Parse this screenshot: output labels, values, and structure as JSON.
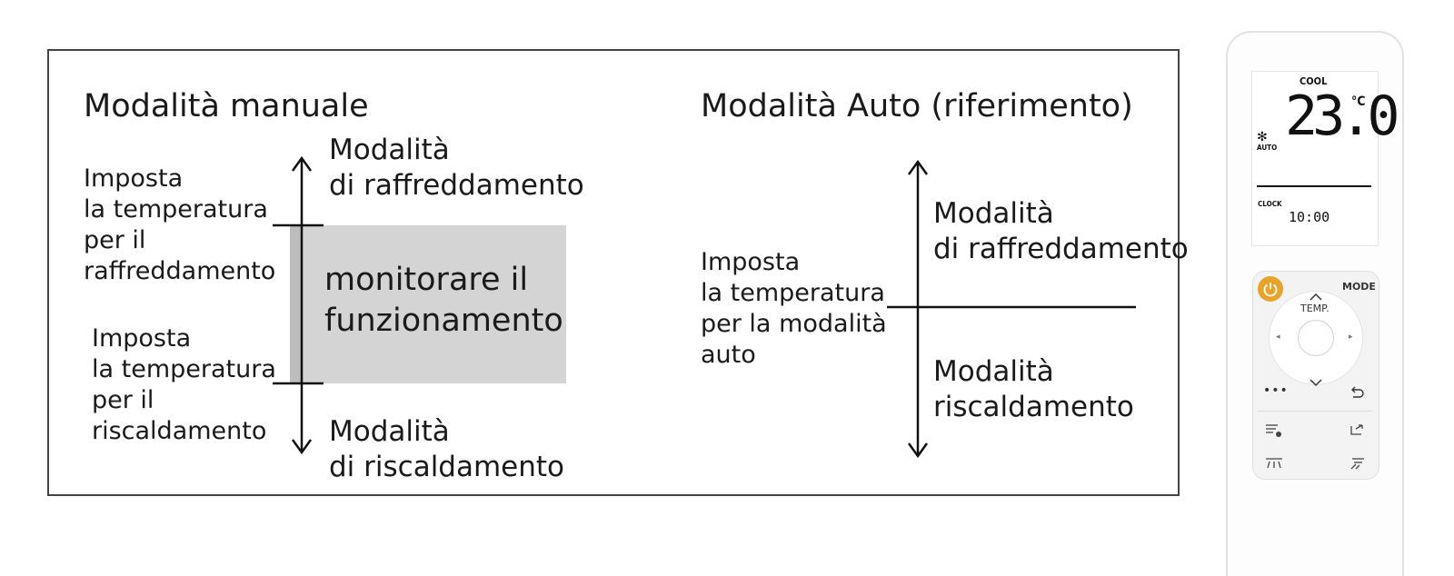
{
  "manual": {
    "title": "Modalità manuale",
    "cool_mode": "Modalità\ndi raffreddamento",
    "heat_mode": "Modalità\ndi riscaldamento",
    "set_cool": "Imposta\nla temperatura\nper il\nraffreddamento",
    "set_heat": "Imposta\nla temperatura\nper il\nriscaldamento",
    "monitor": "monitorare il\nfunzionamento"
  },
  "auto": {
    "title": "Modalità Auto (riferimento)",
    "set_auto": "Imposta\nla temperatura\nper la modalità\nauto",
    "cool_mode": "Modalità\ndi raffreddamento",
    "heat_mode": "Modalità\nriscaldamento"
  },
  "remote": {
    "mode_indicator": "COOL",
    "temperature": "23.0",
    "unit": "°C",
    "fan_label": "AUTO",
    "clock_label": "CLOCK",
    "clock_time": "10:00",
    "mode_button": "MODE",
    "temp_label": "TEMP.",
    "more_label": "•••",
    "power_color": "#e8a42a",
    "icons": [
      "fan-icon",
      "power-icon",
      "up-arrow-icon",
      "down-arrow-icon",
      "left-arrow-icon",
      "right-arrow-icon",
      "back-icon",
      "fan-speed-icon",
      "timer-icon",
      "swing-vertical-icon",
      "swing-horizontal-icon"
    ]
  }
}
